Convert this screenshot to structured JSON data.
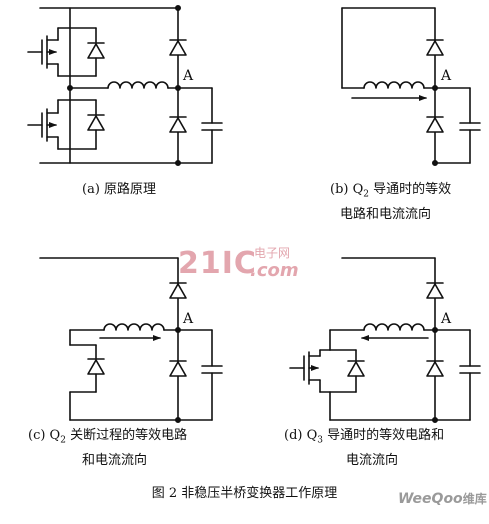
{
  "node_label": "A",
  "panels": {
    "a": {
      "caption_line1": "(a) 原路原理",
      "caption_line2": ""
    },
    "b": {
      "caption_line1_pre": "(b) Q",
      "sub": "2",
      "caption_line1_post": " 导通时的等效",
      "caption_line2": "电路和电流流向"
    },
    "c": {
      "caption_line1_pre": "(c) Q",
      "sub": "2",
      "caption_line1_post": " 关断过程的等效电路",
      "caption_line2": "和电流流向"
    },
    "d": {
      "caption_line1_pre": "(d) Q",
      "sub": "3",
      "caption_line1_post": " 导通时的等效电路和",
      "caption_line2": "电流流向"
    }
  },
  "figure_caption": "图 2  非稳压半桥变换器工作原理",
  "watermarks": {
    "center_logo": "21IC",
    "center_top": "电子网",
    "center_bottom": ".com",
    "corner_brand": "WeeQoo",
    "corner_cn": "维库"
  },
  "colors": {
    "line": "#111111",
    "watermark_red": "#d9a0a8",
    "watermark_gray": "#9a9a9a"
  }
}
